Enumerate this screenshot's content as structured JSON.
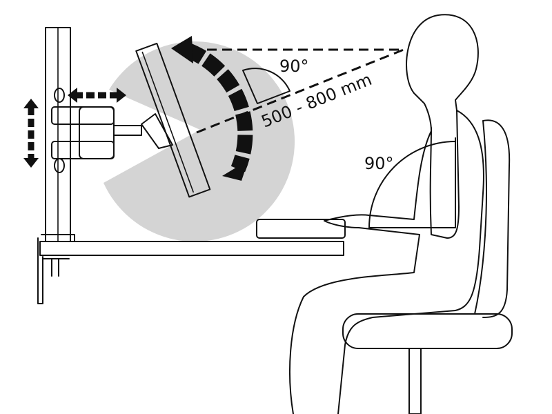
{
  "labels": {
    "viewing_angle": "90°",
    "viewing_distance": "500 - 800 mm",
    "elbow_angle": "90°"
  },
  "colors": {
    "line": "#111111",
    "tilt_range_fill": "#d4d4d4"
  }
}
